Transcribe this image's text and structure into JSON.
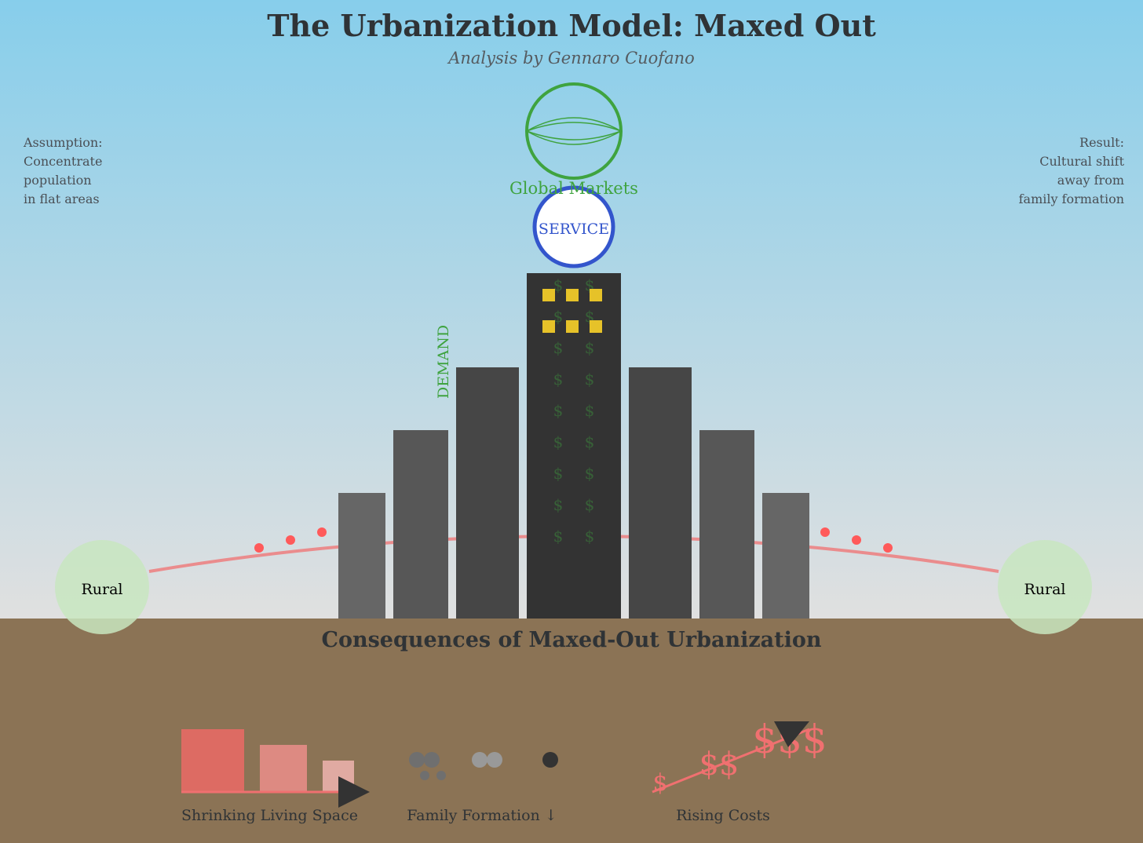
{
  "header": {
    "title": "The Urbanization Model: Maxed Out",
    "subtitle": "Analysis by Gennaro Cuofano"
  },
  "notes": {
    "left": [
      "Assumption:",
      "Concentrate",
      "population",
      "in flat areas"
    ],
    "right": [
      "Result:",
      "Cultural shift",
      "away from",
      "family formation"
    ]
  },
  "labels": {
    "global_markets": "Global Markets",
    "service": "SERVICE",
    "demand": "DEMAND",
    "rural_left": "Rural",
    "rural_right": "Rural",
    "dollar": "$"
  },
  "consequences": {
    "title": "Consequences of Maxed-Out Urbanization",
    "captions": {
      "living_space": "Shrinking Living Space",
      "family": "Family Formation ↓",
      "costs": "Rising Costs"
    },
    "cost_labels": [
      "$",
      "$$",
      "$$$"
    ]
  },
  "colors": {
    "sky_top": "#87ceeb",
    "sky_bottom": "#e0e0e0",
    "ground": "#8b7355",
    "globe": "#3fa33f",
    "service": "#3355cc",
    "flow": "#f07070",
    "rural": "#c8e6c0",
    "window": "#e6c229"
  }
}
